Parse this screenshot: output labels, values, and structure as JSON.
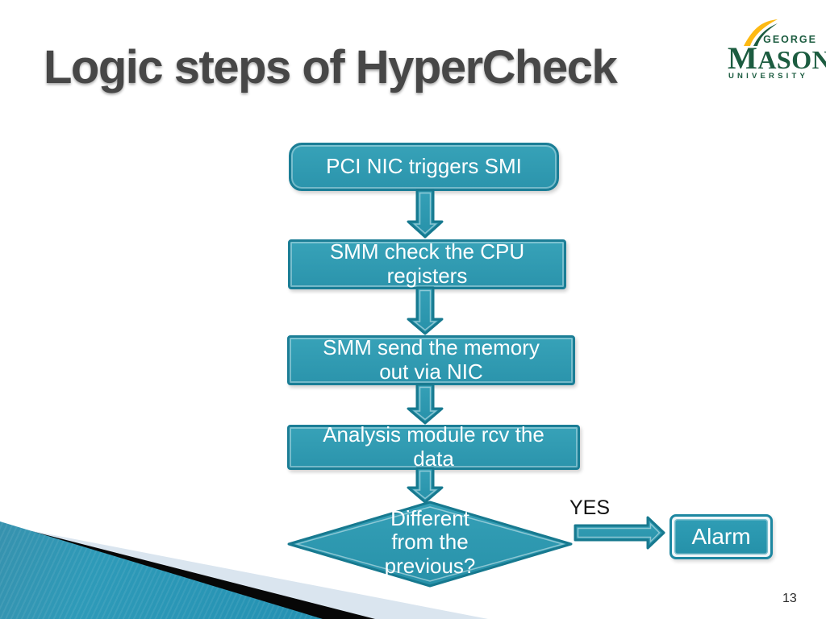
{
  "slide": {
    "title": "Logic steps of HyperCheck",
    "page_number": "13"
  },
  "logo": {
    "top": "GEORGE",
    "name_initial": "M",
    "name_rest": "ASON",
    "bottom": "UNIVERSITY"
  },
  "flowchart": {
    "boxes": [
      {
        "lines": [
          "PCI NIC triggers SMI"
        ]
      },
      {
        "lines": [
          "SMM check the CPU",
          "registers"
        ]
      },
      {
        "lines": [
          "SMM send the memory",
          "out via NIC"
        ]
      },
      {
        "lines": [
          "Analysis module rcv the",
          "data"
        ]
      }
    ],
    "decision": {
      "lines": [
        "Different",
        "from the",
        "previous?"
      ]
    },
    "yes_label": "YES",
    "alarm_label": "Alarm"
  },
  "colors": {
    "shape_fill": "#2b97af",
    "shape_border": "#1b7e96",
    "title_gray": "#474747",
    "logo_green": "#1c5c40",
    "logo_gold": "#fdb913",
    "wedge_pale": "#dae5ef"
  }
}
